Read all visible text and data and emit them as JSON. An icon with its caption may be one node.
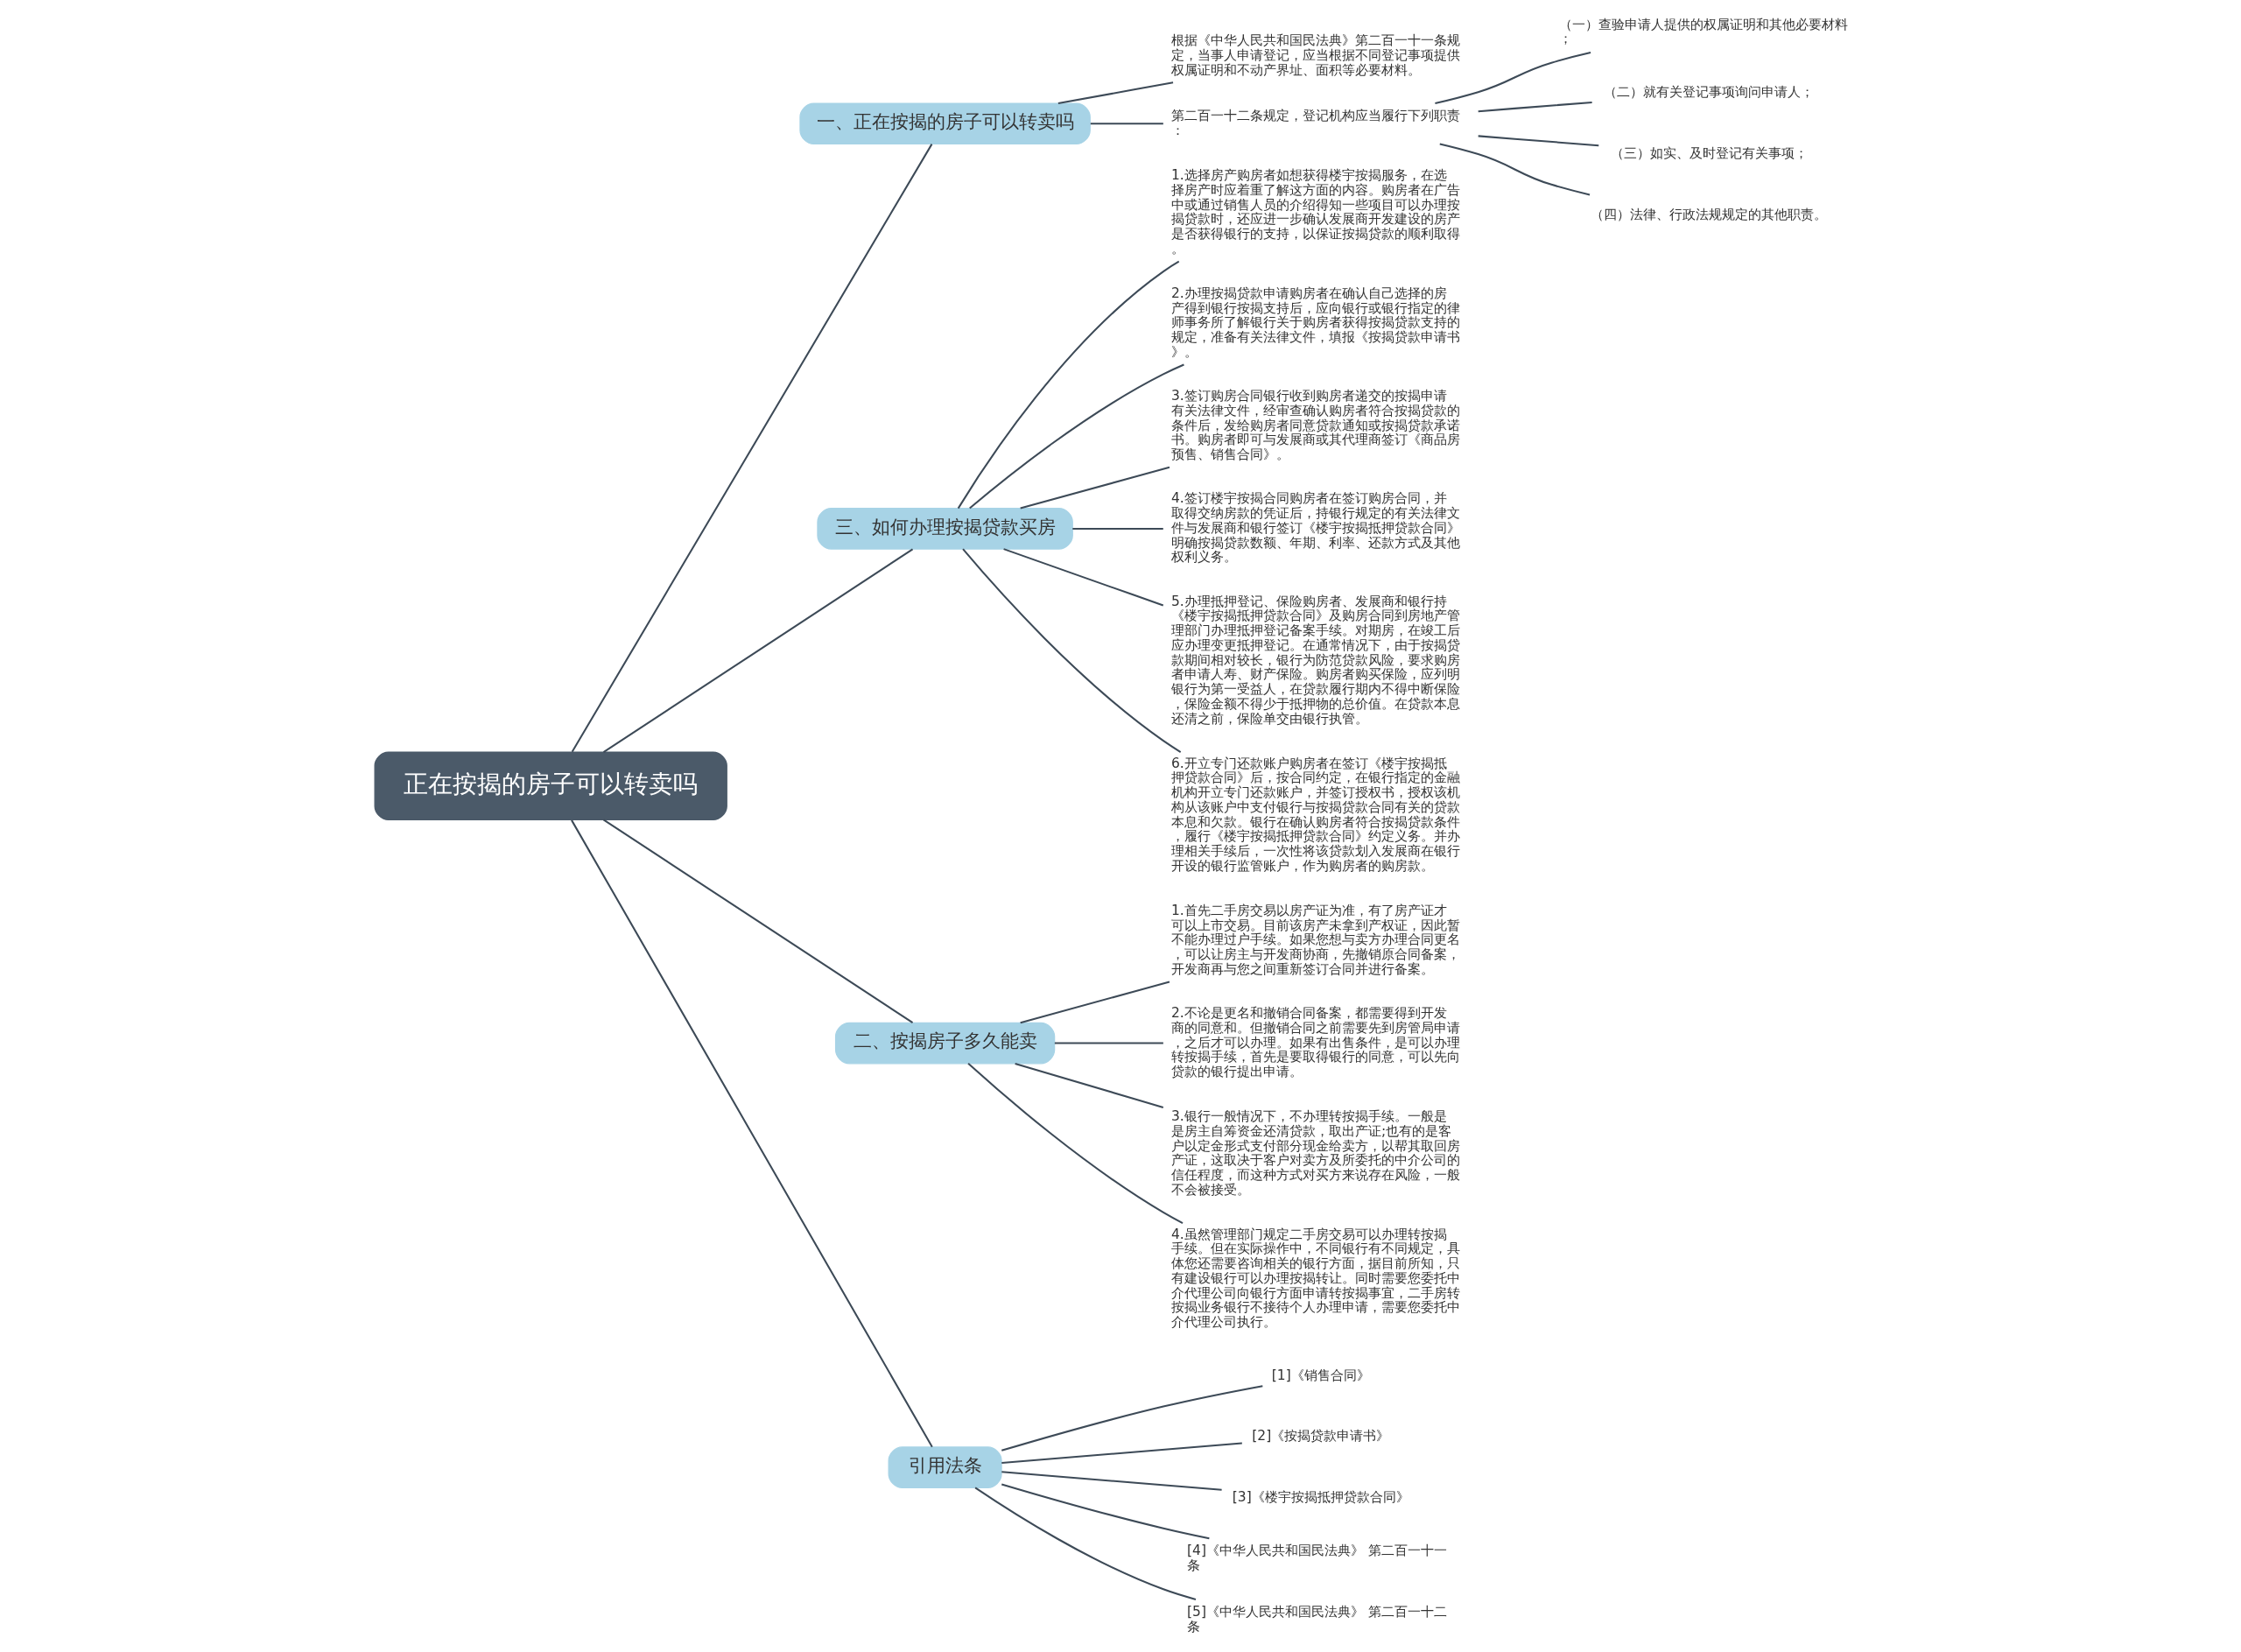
{
  "diagram": {
    "nodes": [
      {
        "text": [
          "正在按揭的房子可以转卖吗"
        ]
      },
      {
        "text": [
          "一、正在按揭的房子可以转卖吗"
        ]
      },
      {
        "text": [
          "根据《中华人民共和国民法典》第二百一十一条规定，当事人申请登记，应当根据不同登记事项提供权属证明和不动产界址、面积等必要材料。"
        ]
      },
      {
        "text": [
          "第二百一十二条规定，登记机构应当履行下列职责："
        ]
      },
      {
        "text": [
          "（一）查验申请人提供的权属证明和其他必要材料；"
        ]
      },
      {
        "text": [
          "（二）就有关登记事项询问申请人；"
        ]
      },
      {
        "text": [
          "（三）如实、及时登记有关事项；"
        ]
      },
      {
        "text": [
          "（四）法律、行政法规规定的其他职责。"
        ]
      },
      {
        "text": [
          "三、如何办理按揭贷款买房"
        ]
      },
      {
        "text": [
          "1.选择房产购房者如想获得楼宇按揭服务，在选择房产时应着重了解这方面的内容。购房者在广告中或通过销售人员的介绍得知一些项目可以办理按揭贷款时，还应进一步确认发展商开发建设的房产是否获得银行的支持，以保证按揭贷款的顺利取得。"
        ]
      },
      {
        "text": [
          "2.办理按揭贷款申请购房者在确认自己选择的房产得到银行按揭支持后，应向银行或银行指定的律师事务所了解银行关于购房者获得按揭贷款支持的规定，准备有关法律文件，填报《按揭贷款申请书》。"
        ]
      },
      {
        "text": [
          "3.签订购房合同银行收到购房者递交的按揭申请有关法律文件，经审查确认购房者符合按揭贷款的条件后，发给购房者同意贷款通知或按揭贷款承诺书。购房者即可与发展商或其代理商签订《商品房预售、销售合同》。"
        ]
      },
      {
        "text": [
          "4.签订楼宇按揭合同购房者在签订购房合同，并取得交纳房款的凭证后，持银行规定的有关法律文件与发展商和银行签订《楼宇按揭抵押贷款合同》明确按揭贷款数额、年期、利率、还款方式及其他权利义务。"
        ]
      },
      {
        "text": [
          "5.办理抵押登记、保险购房者、发展商和银行持《楼宇按揭抵押贷款合同》及购房合同到房地产管理部门办理抵押登记备案手续。对期房，在竣工后应办理变更抵押登记。在通常情况下，由于按揭贷款期间相对较长，银行为防范贷款风险，要求购房者申请人寿、财产保险。购房者购买保险，应列明银行为第一受益人，在贷款履行期内不得中断保险，保险金额不得少于抵押物的总价值。在贷款本息还清之前，保险单交由银行执管。"
        ]
      },
      {
        "text": [
          "6.开立专门还款账户购房者在签订《楼宇按揭抵押贷款合同》后，按合同约定，在银行指定的金融机构开立专门还款账户，并签订授权书，授权该机构从该账户中支付银行与按揭贷款合同有关的贷款本息和欠款。银行在确认购房者符合按揭贷款条件，履行《楼宇按揭抵押贷款合同》约定义务。并办理相关手续后，一次性将该贷款划入发展商在银行开设的银行监管账户，作为购房者的购房款。"
        ]
      },
      {
        "text": [
          "二、按揭房子多久能卖"
        ]
      },
      {
        "text": [
          "1.首先二手房交易以房产证为准，有了房产证才可以上市交易。目前该房产未拿到产权证，因此暂不能办理过户手续。如果您想与卖方办理合同更名，可以让房主与开发商协商，先撤销原合同备案，开发商再与您之间重新签订合同并进行备案。"
        ]
      },
      {
        "text": [
          "2.不论是更名和撤销合同备案，都需要得到开发商的同意和。但撤销合同之前需要先到房管局申请，之后才可以办理。如果有出售条件，是可以办理转按揭手续，首先是要取得银行的同意，可以先向贷款的银行提出申请。"
        ]
      },
      {
        "text": [
          "3.银行一般情况下，不办理转按揭手续。一般是是房主自筹资金还清贷款，取出产证;也有的是客户以定金形式支付部分现金给卖方，以帮其取回房产证，这取决于客户对卖方及所委托的中介公司的信任程度，而这种方式对买方来说存在风险，一般不会被接受。"
        ]
      },
      {
        "text": [
          "4.虽然管理部门规定二手房交易可以办理转按揭手续。但在实际操作中，不同银行有不同规定，具体您还需要咨询相关的银行方面，据目前所知，只有建设银行可以办理按揭转让。同时需要您委托中介代理公司向银行方面申请转按揭事宜，二手房转按揭业务银行不接待个人办理申请，需要您委托中介代理公司执行。"
        ]
      },
      {
        "text": [
          "引用法条"
        ]
      },
      {
        "text": [
          "[1]《销售合同》"
        ]
      },
      {
        "text": [
          "[2]《按揭贷款申请书》"
        ]
      },
      {
        "text": [
          "[3]《楼宇按揭抵押贷款合同》"
        ]
      },
      {
        "text": [
          "[4]《中华人民共和国民法典》 第二百一十一条"
        ]
      },
      {
        "text": [
          "[5]《中华人民共和国民法典》 第二百一十二条"
        ]
      }
    ],
    "edges": [
      {
        "from": 0,
        "to": 1,
        "arrow": "none"
      },
      {
        "from": 1,
        "to": 2,
        "arrow": "none"
      },
      {
        "from": 1,
        "to": 3,
        "arrow": "none"
      },
      {
        "from": 3,
        "to": 4,
        "arrow": "none"
      },
      {
        "from": 3,
        "to": 5,
        "arrow": "none"
      },
      {
        "from": 3,
        "to": 6,
        "arrow": "none"
      },
      {
        "from": 3,
        "to": 7,
        "arrow": "none"
      },
      {
        "from": 0,
        "to": 8,
        "arrow": "none"
      },
      {
        "from": 8,
        "to": 9,
        "arrow": "none"
      },
      {
        "from": 8,
        "to": 10,
        "arrow": "none"
      },
      {
        "from": 8,
        "to": 11,
        "arrow": "none"
      },
      {
        "from": 8,
        "to": 12,
        "arrow": "none"
      },
      {
        "from": 8,
        "to": 13,
        "arrow": "none"
      },
      {
        "from": 8,
        "to": 14,
        "arrow": "none"
      },
      {
        "from": 0,
        "to": 15,
        "arrow": "none"
      },
      {
        "from": 15,
        "to": 16,
        "arrow": "none"
      },
      {
        "from": 15,
        "to": 17,
        "arrow": "none"
      },
      {
        "from": 15,
        "to": 18,
        "arrow": "none"
      },
      {
        "from": 15,
        "to": 19,
        "arrow": "none"
      },
      {
        "from": 0,
        "to": 20,
        "arrow": "none"
      },
      {
        "from": 20,
        "to": 21,
        "arrow": "none"
      },
      {
        "from": 20,
        "to": 22,
        "arrow": "none"
      },
      {
        "from": 20,
        "to": 23,
        "arrow": "none"
      },
      {
        "from": 20,
        "to": 24,
        "arrow": "none"
      },
      {
        "from": 20,
        "to": 25,
        "arrow": "none"
      }
    ]
  }
}
